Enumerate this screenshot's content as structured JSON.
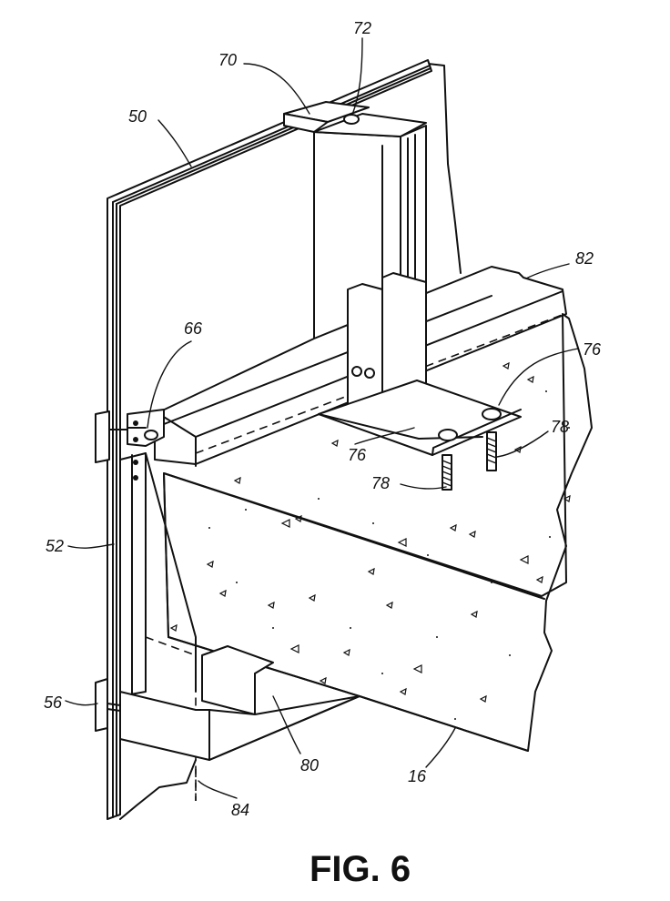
{
  "figure": {
    "caption": "FIG. 6"
  },
  "reference_numerals": {
    "n50": "50",
    "n52": "52",
    "n56": "56",
    "n66": "66",
    "n70": "70",
    "n72": "72",
    "n76a": "76",
    "n76b": "76",
    "n78a": "78",
    "n78b": "78",
    "n80": "80",
    "n82": "82",
    "n84": "84",
    "n16": "16"
  }
}
